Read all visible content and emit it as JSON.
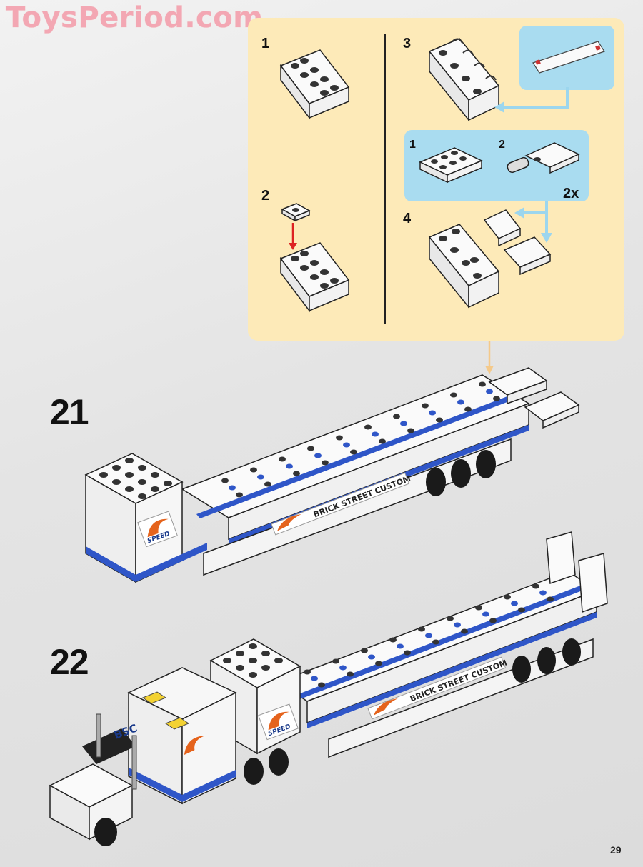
{
  "watermark": "ToysPeriod.com",
  "callout": {
    "substeps": [
      "1",
      "2",
      "3",
      "4"
    ],
    "inner_substeps": [
      "1",
      "2"
    ],
    "multiplier": "2x"
  },
  "steps": [
    "21",
    "22"
  ],
  "decals": {
    "trailer_text": "BRICK STREET CUSTOM",
    "speed_text": "SPEED",
    "cab_text": "BSC"
  },
  "page_number": "29",
  "colors": {
    "callout_bg": "#fdeab8",
    "inner_bg": "#a9dcf0",
    "arrow": "#9cd6ee",
    "stripe": "#2f56c8"
  }
}
